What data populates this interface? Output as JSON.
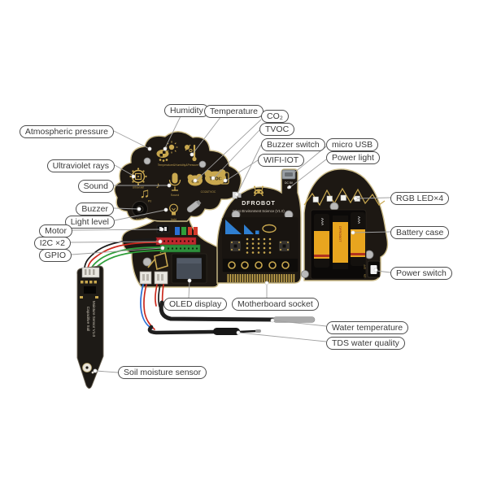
{
  "labels": {
    "humidity": "Humidity",
    "temperature": "Temperature",
    "co2": "CO₂",
    "tvoc": "TVOC",
    "buzzer_switch": "Buzzer switch",
    "wifi_iot": "WIFI-IOT",
    "micro_usb": "micro USB",
    "power_light": "Power light",
    "atmospheric_pressure": "Atmospheric pressure",
    "ultraviolet_rays": "Ultraviolet rays",
    "sound": "Sound",
    "buzzer": "Buzzer",
    "light_level": "Light level",
    "motor": "Motor",
    "i2c": "I2C ×2",
    "gpio": "GPIO",
    "rgb_led": "RGB LED×4",
    "battery_case": "Battery case",
    "power_switch": "Power switch",
    "oled_display": "OLED display",
    "motherboard_socket": "Motherboard socket",
    "water_temperature": "Water temperature",
    "tds_water_quality": "TDS water quality",
    "soil_moisture_sensor": "Soil moisture sensor"
  },
  "board_texts": {
    "brand": "DFROBOT",
    "product": "Micro:Environment Science  (V1.0)",
    "thp_caption": "Temperature&Humidity&Pressure",
    "co2_tvoc_caption": "CO2&TVOC",
    "co2_icon_text": "CO₂",
    "tvoc_icon_text": "TVOC",
    "sound_caption": "Sound",
    "light_caption": "light",
    "buzzer_caption": "buzzer",
    "p0_caption": "P0",
    "uv_caption": "Ultraviolet",
    "dc5v": "DC 5V",
    "off": "OFF",
    "on": "ON",
    "aaa": "AAA",
    "battery_brand": "DFROBOT",
    "soil_line1": "Capacitive Soil",
    "soil_line2": "Moisture Sensor V1.0"
  },
  "icons": {
    "music_note_double": "♫",
    "music_note_single": "♪"
  },
  "colors": {
    "board_black": "#1d1813",
    "gold": "#c9a84f",
    "board_edge": "#cdbd8a",
    "battery_yellow": "#e8a51f",
    "microbit_blue": "#2f7fd1",
    "label_border": "#4d4d4d",
    "probe_silver": "#ababab"
  }
}
